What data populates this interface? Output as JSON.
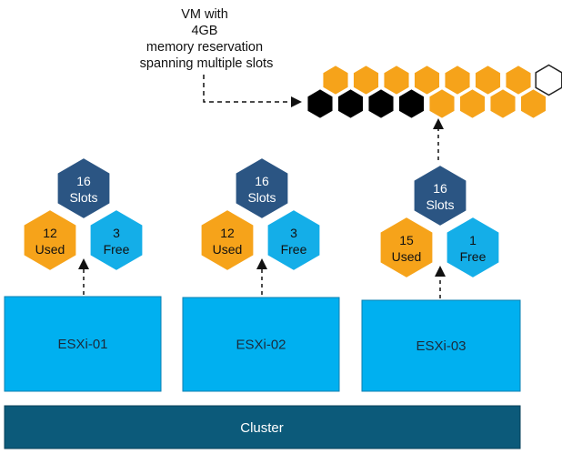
{
  "annotation": {
    "lines": [
      "VM with",
      "4GB",
      "memory reservation",
      "spanning multiple slots"
    ]
  },
  "slot_grid": {
    "top_row": [
      "used",
      "used",
      "used",
      "used",
      "used",
      "used",
      "used",
      "free"
    ],
    "bottom_row": [
      "vm",
      "vm",
      "vm",
      "vm",
      "used",
      "used",
      "used",
      "used"
    ]
  },
  "hosts": [
    {
      "name": "ESXi-01",
      "total": {
        "count": "16",
        "label": "Slots"
      },
      "used": {
        "count": "12",
        "label": "Used"
      },
      "free": {
        "count": "3",
        "label": "Free"
      }
    },
    {
      "name": "ESXi-02",
      "total": {
        "count": "16",
        "label": "Slots"
      },
      "used": {
        "count": "12",
        "label": "Used"
      },
      "free": {
        "count": "3",
        "label": "Free"
      }
    },
    {
      "name": "ESXi-03",
      "total": {
        "count": "16",
        "label": "Slots"
      },
      "used": {
        "count": "15",
        "label": "Used"
      },
      "free": {
        "count": "1",
        "label": "Free"
      }
    }
  ],
  "cluster": {
    "label": "Cluster"
  },
  "colors": {
    "slots_total": "#2b5583",
    "used": "#f6a31a",
    "free": "#14aee8",
    "vm_slot": "#000000",
    "empty_slot": "#ffffff",
    "host_box": "#00b0f0",
    "cluster_bar": "#0c5a7a"
  }
}
